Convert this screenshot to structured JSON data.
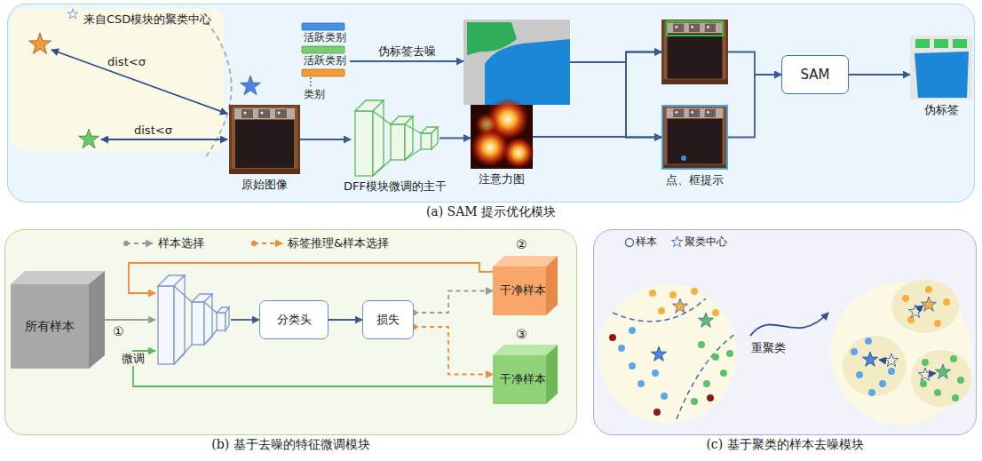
{
  "diagram": {
    "nodes": [
      {
        "text": [
          "(a) SAM 提示优化模块"
        ]
      },
      {
        "text": [
          "来自CSD模块的聚类中心"
        ],
        "in": 0
      },
      {
        "text": [
          "原始图像"
        ],
        "in": 0
      },
      {
        "text": [
          "活跃类别",
          "活跃类别",
          "⋮",
          "类别"
        ],
        "in": 0
      },
      {
        "text": [],
        "in": 0
      },
      {
        "text": [
          "DFF模块微调的主干"
        ],
        "in": 0
      },
      {
        "text": [
          "注意力图"
        ],
        "in": 0
      },
      {
        "text": [],
        "in": 0
      },
      {
        "text": [
          "点、框提示"
        ],
        "in": 0
      },
      {
        "text": [
          "SAM"
        ],
        "in": 0
      },
      {
        "text": [
          "伪标签"
        ],
        "in": 0
      },
      {
        "text": [
          "(b) 基于去噪的特征微调模块"
        ]
      },
      {
        "text": [
          "所有样本"
        ],
        "in": 11
      },
      {
        "text": [],
        "in": 11
      },
      {
        "text": [
          "分类头"
        ],
        "in": 11
      },
      {
        "text": [
          "损失"
        ],
        "in": 11
      },
      {
        "text": [
          "干净样本"
        ],
        "in": 11
      },
      {
        "text": [
          "干净样本"
        ],
        "in": 11
      },
      {
        "text": [
          "(c) 基于聚类的样本去噪模块"
        ]
      }
    ],
    "edges": [
      {
        "from": 3,
        "to": 4,
        "arrow": "to",
        "label": "伪标签去噪"
      },
      {
        "from": 2,
        "to": 5,
        "arrow": "to"
      },
      {
        "from": 5,
        "to": 6,
        "arrow": "to"
      },
      {
        "from": 4,
        "to": 7,
        "arrow": "to"
      },
      {
        "from": 4,
        "to": 8,
        "arrow": "to"
      },
      {
        "from": 6,
        "to": 7,
        "arrow": "to"
      },
      {
        "from": 6,
        "to": 8,
        "arrow": "to"
      },
      {
        "from": 7,
        "to": 9,
        "arrow": "to"
      },
      {
        "from": 8,
        "to": 9,
        "arrow": "to"
      },
      {
        "from": 9,
        "to": 10,
        "arrow": "to"
      },
      {
        "from": 12,
        "to": 13,
        "arrow": "to"
      },
      {
        "from": 13,
        "to": 14,
        "arrow": "to"
      },
      {
        "from": 14,
        "to": 15,
        "arrow": "to"
      },
      {
        "from": 15,
        "to": 16,
        "arrow": "to"
      },
      {
        "from": 15,
        "to": 17,
        "arrow": "to"
      },
      {
        "from": 16,
        "to": 13,
        "arrow": "to"
      },
      {
        "from": 17,
        "to": 13,
        "arrow": "to",
        "label": "微调"
      }
    ],
    "labels": [
      "dist<σ",
      "dist<σ",
      "①",
      "②",
      "③",
      "重聚类"
    ],
    "legend": [
      {
        "text": "样本选择"
      },
      {
        "text": "标签推理&样本选择"
      },
      {
        "text": "样本"
      },
      {
        "text": "聚类中心"
      }
    ]
  }
}
